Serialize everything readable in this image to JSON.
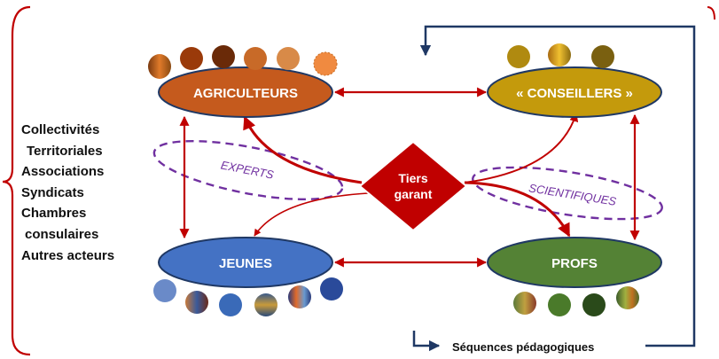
{
  "actors": {
    "agriculteurs": "AGRICULTEURS",
    "conseillers": "« CONSEILLERS »",
    "jeunes": "JEUNES",
    "profs": "PROFS"
  },
  "center": {
    "line1": "Tiers",
    "line2": "garant"
  },
  "labels": {
    "experts": "EXPERTS",
    "scientifiques": "SCIENTIFIQUES"
  },
  "side_list": [
    "Collectivités",
    "Territoriales",
    "Associations",
    "Syndicats",
    "Chambres",
    "consulaires",
    "Autres acteurs"
  ],
  "footer": {
    "sequences": "Séquences pédagogiques"
  },
  "colors": {
    "agriculteurs": "#c55a1d",
    "conseillers": "#c49a0c",
    "jeunes": "#4472c4",
    "profs": "#548235",
    "center": "#c00000",
    "arrows": "#c00000",
    "dashed": "#7030a0",
    "loop": "#1f3864"
  }
}
